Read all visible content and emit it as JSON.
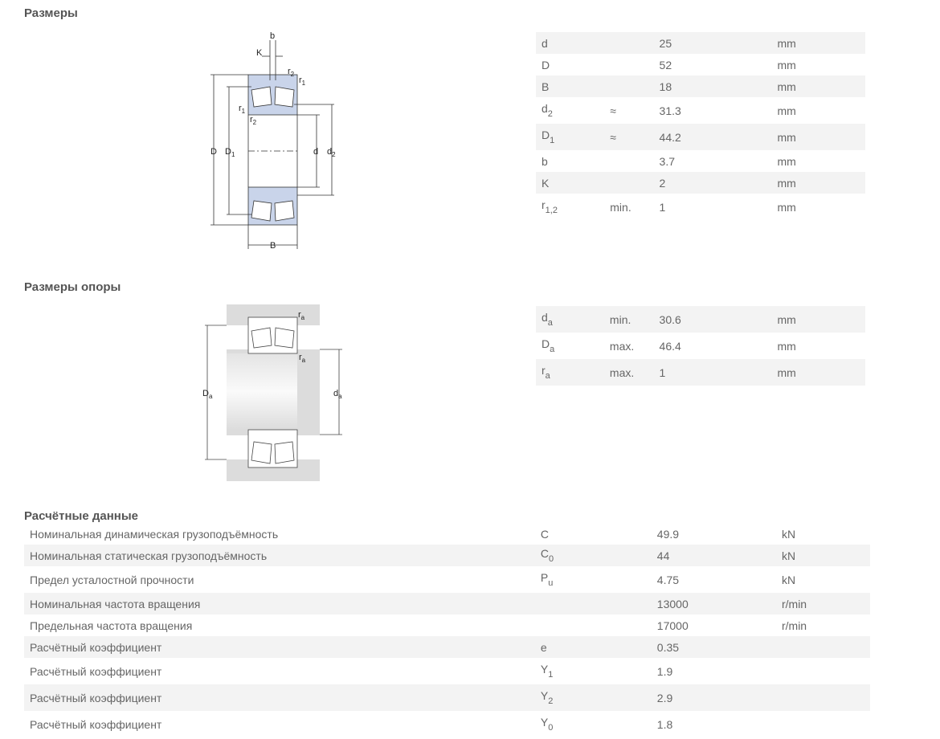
{
  "sections": {
    "dimensions": "Размеры",
    "abutment": "Размеры опоры",
    "calc": "Расчётные данные"
  },
  "diagram1": {
    "b": "b",
    "K": "K",
    "r2": "r",
    "r2s": "2",
    "r1": "r",
    "r1s": "1",
    "D": "D",
    "D1": "D",
    "D1s": "1",
    "d": "d",
    "d2": "d",
    "d2s": "2",
    "B": "B"
  },
  "diagram2": {
    "ra": "r",
    "ras": "a",
    "Da": "D",
    "Das": "a",
    "da": "d",
    "das": "a"
  },
  "dimensions": [
    {
      "sym": "d",
      "sub": "",
      "q": "",
      "val": "25",
      "unit": "mm"
    },
    {
      "sym": "D",
      "sub": "",
      "q": "",
      "val": "52",
      "unit": "mm"
    },
    {
      "sym": "B",
      "sub": "",
      "q": "",
      "val": "18",
      "unit": "mm"
    },
    {
      "sym": "d",
      "sub": "2",
      "q": "≈",
      "val": "31.3",
      "unit": "mm"
    },
    {
      "sym": "D",
      "sub": "1",
      "q": "≈",
      "val": "44.2",
      "unit": "mm"
    },
    {
      "sym": "b",
      "sub": "",
      "q": "",
      "val": "3.7",
      "unit": "mm"
    },
    {
      "sym": "K",
      "sub": "",
      "q": "",
      "val": "2",
      "unit": "mm"
    },
    {
      "sym": "r",
      "sub": "1,2",
      "q": "min.",
      "val": "1",
      "unit": "mm"
    }
  ],
  "abutment": [
    {
      "sym": "d",
      "sub": "a",
      "q": "min.",
      "val": "30.6",
      "unit": "mm"
    },
    {
      "sym": "D",
      "sub": "a",
      "q": "max.",
      "val": "46.4",
      "unit": "mm"
    },
    {
      "sym": "r",
      "sub": "a",
      "q": "max.",
      "val": "1",
      "unit": "mm"
    }
  ],
  "calc": [
    {
      "label": "Номинальная динамическая грузоподъёмность",
      "sym": "C",
      "sub": "",
      "val": "49.9",
      "unit": "kN"
    },
    {
      "label": "Номинальная статическая грузоподъёмность",
      "sym": "C",
      "sub": "0",
      "val": "44",
      "unit": "kN"
    },
    {
      "label": "Предел усталостной прочности",
      "sym": "P",
      "sub": "u",
      "val": "4.75",
      "unit": "kN"
    },
    {
      "label": "Номинальная частота вращения",
      "sym": "",
      "sub": "",
      "val": "13000",
      "unit": "r/min"
    },
    {
      "label": "Предельная частота вращения",
      "sym": "",
      "sub": "",
      "val": "17000",
      "unit": "r/min"
    },
    {
      "label": "Расчётный коэффициент",
      "sym": "e",
      "sub": "",
      "val": "0.35",
      "unit": ""
    },
    {
      "label": "Расчётный коэффициент",
      "sym": "Y",
      "sub": "1",
      "val": "1.9",
      "unit": ""
    },
    {
      "label": "Расчётный коэффициент",
      "sym": "Y",
      "sub": "2",
      "val": "2.9",
      "unit": ""
    },
    {
      "label": "Расчётный коэффициент",
      "sym": "Y",
      "sub": "0",
      "val": "1.8",
      "unit": ""
    }
  ]
}
